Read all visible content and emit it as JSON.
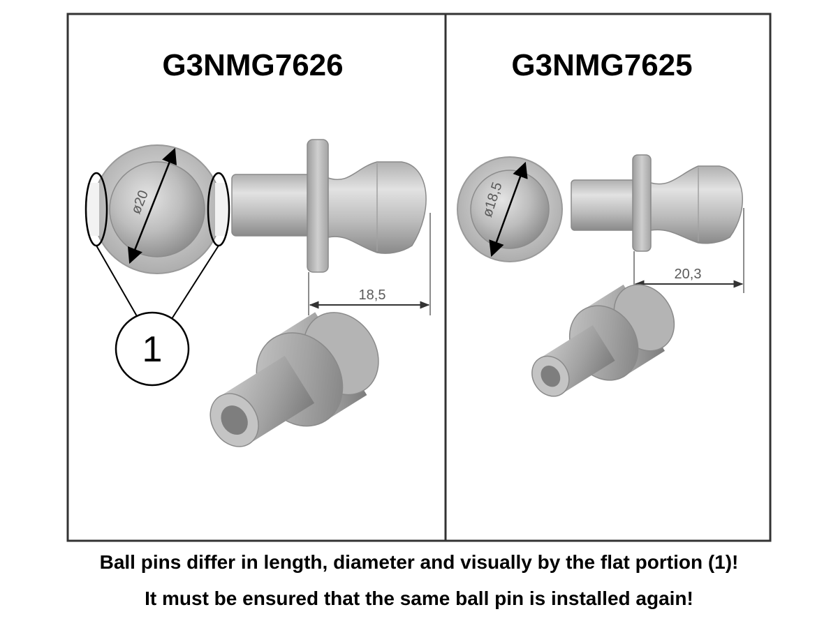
{
  "panels": [
    {
      "part_number": "G3NMG7626",
      "diameter_label": "ø20",
      "length_label": "18,5",
      "marker_label": "1"
    },
    {
      "part_number": "G3NMG7625",
      "diameter_label": "ø18,5",
      "length_label": "20,3"
    }
  ],
  "caption": {
    "line1": "Ball pins differ in length, diameter and visually by the flat portion (1)!",
    "line2": "It must be ensured that the same ball pin is installed again!"
  }
}
